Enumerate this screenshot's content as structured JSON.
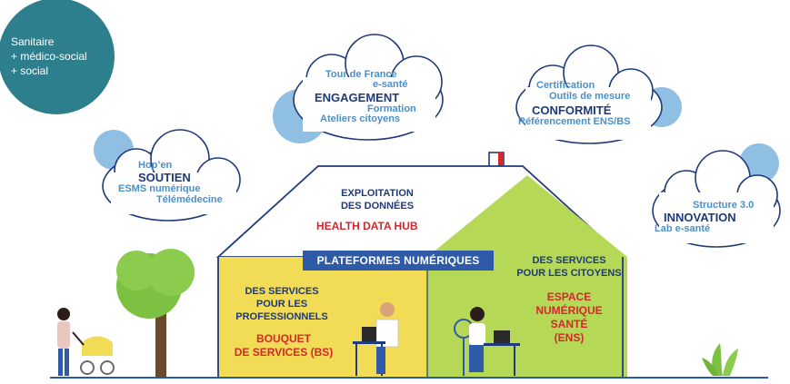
{
  "badge": {
    "lines": [
      "Sanitaire",
      "+ médico-social",
      "+ social"
    ],
    "color": "#2e7f8e"
  },
  "clouds": {
    "soutien": {
      "lines": [
        "Hop’en",
        "SOUTIEN",
        "ESMS numérique",
        "Télémédecine"
      ]
    },
    "engagement": {
      "lines": [
        "Tour de France",
        "e-santé",
        "ENGAGEMENT",
        "Formation",
        "Ateliers citoyens"
      ]
    },
    "conformite": {
      "lines": [
        "Certification",
        "Outils de mesure",
        "CONFORMITÉ",
        "Référencement ENS/BS"
      ]
    },
    "innovation": {
      "lines": [
        "Structure 3.0",
        "INNOVATION",
        "Lab e-santé"
      ]
    }
  },
  "house": {
    "attic_lines": [
      "EXPLOITATION",
      "DES DONNÉES"
    ],
    "attic_highlight": "HEALTH DATA HUB",
    "platform_label": "PLATEFORMES NUMÉRIQUES",
    "left_lines": [
      "DES SERVICES",
      "POUR LES",
      "PROFESSIONNELS"
    ],
    "left_highlight": [
      "BOUQUET",
      "DE SERVICES (BS)"
    ],
    "right_lines": [
      "DES SERVICES",
      "POUR LES CITOYENS"
    ],
    "right_highlight": [
      "ESPACE",
      "NUMÉRIQUE",
      "SANTÉ",
      "(ENS)"
    ]
  },
  "colors": {
    "navy": "#1f3a7a",
    "red": "#d4282d",
    "light_blue": "#4a90c8",
    "left_room": "#f2dc55",
    "right_room": "#b5d957",
    "platform_bar": "#2f5aa8"
  }
}
